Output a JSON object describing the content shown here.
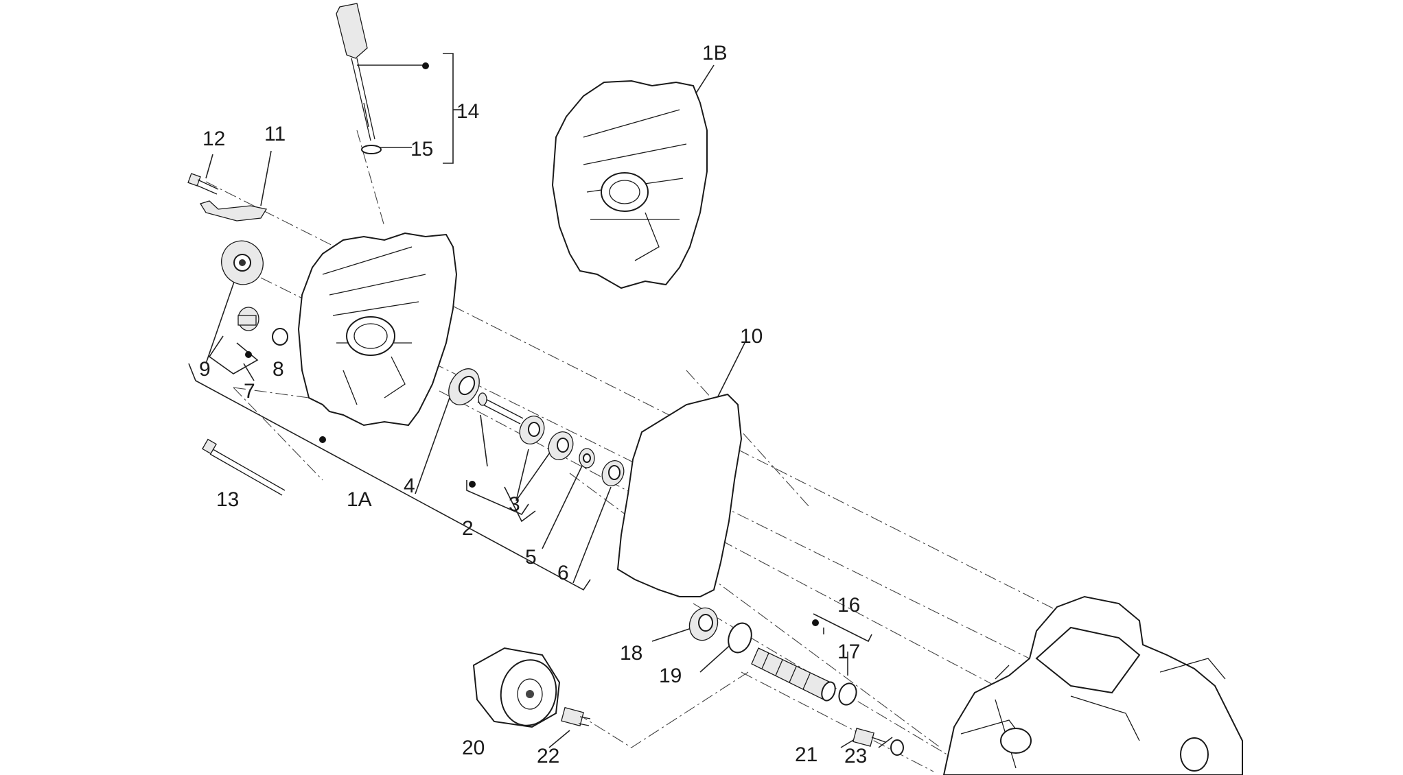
{
  "labels": {
    "p1A": "1A",
    "p1B": "1B",
    "p2": "2",
    "p3": "3",
    "p4": "4",
    "p5": "5",
    "p6": "6",
    "p7": "7",
    "p8": "8",
    "p9": "9",
    "p10": "10",
    "p11": "11",
    "p12": "12",
    "p13": "13",
    "p14": "14",
    "p15": "15",
    "p16": "16",
    "p17": "17",
    "p18": "18",
    "p19": "19",
    "p20": "20",
    "p21": "21",
    "p22": "22",
    "p23": "23"
  },
  "colors": {
    "ink": "#1a1a1a",
    "background": "#ffffff"
  }
}
